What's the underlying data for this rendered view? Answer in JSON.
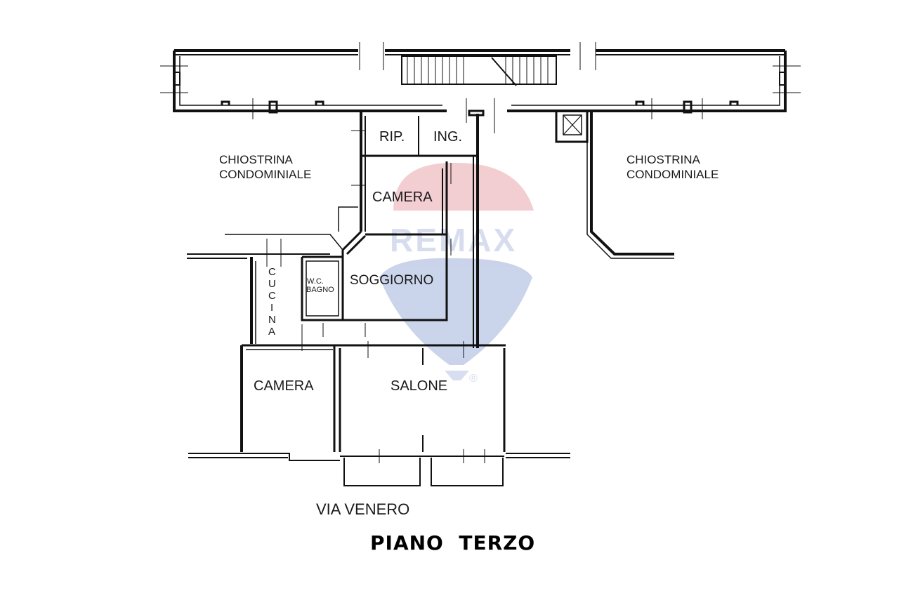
{
  "plan": {
    "title": "PIANO  TERZO",
    "street": "VIA VENERO",
    "rooms": {
      "rip": "RIP.",
      "ing": "ING.",
      "camera_top": "CAMERA",
      "soggiorno": "SOGGIORNO",
      "wc_line1": "W.C.",
      "wc_line2": "BAGNO",
      "cucina": [
        "C",
        "U",
        "C",
        "I",
        "N",
        "A"
      ],
      "camera_bottom": "CAMERA",
      "salone": "SALONE"
    },
    "courtyards": {
      "left_line1": "CHIOSTRINA",
      "left_line2": "CONDOMINIALE",
      "right_line1": "CHIOSTRINA",
      "right_line2": "CONDOMINIALE"
    }
  },
  "watermark": {
    "brand": "REMAX",
    "registered": "®",
    "colors": {
      "red": "#e8a6ac",
      "blue": "#9fb0d8"
    }
  }
}
